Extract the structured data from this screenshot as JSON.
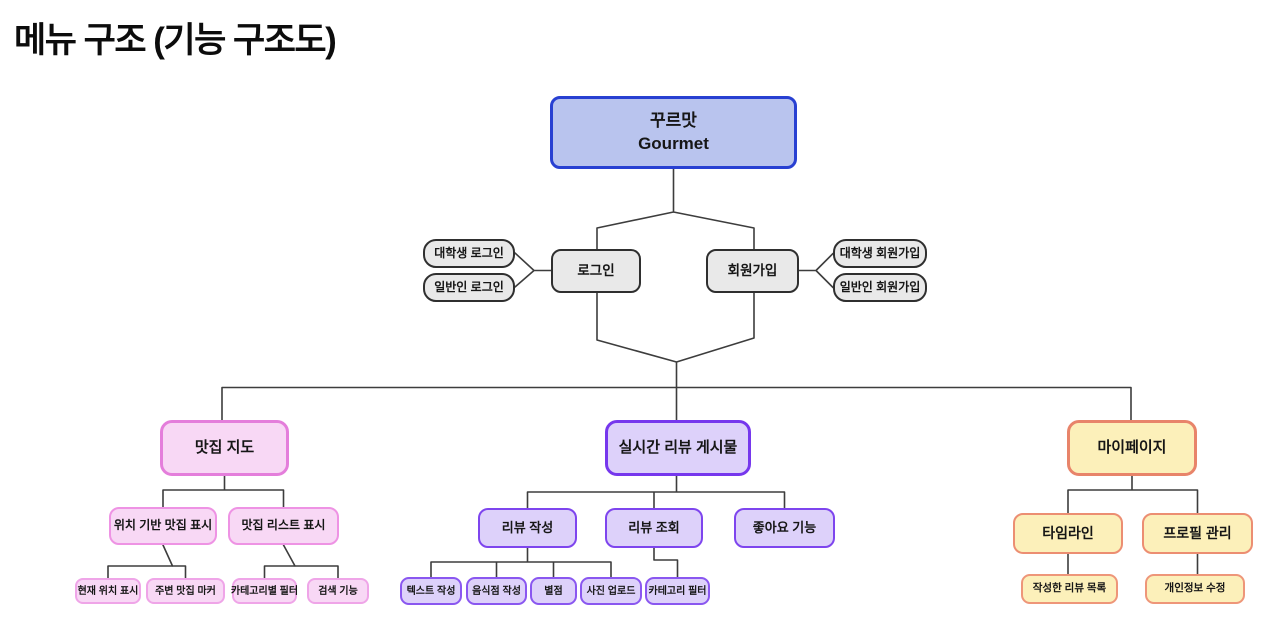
{
  "title": "메뉴 구조 (기능 구조도)",
  "root": {
    "title_ko": "꾸르맛",
    "title_en": "Gourmet"
  },
  "auth": {
    "login": "로그인",
    "signup": "회원가입",
    "login_university": "대학생 로그인",
    "login_general": "일반인 로그인",
    "signup_university": "대학생 회원가입",
    "signup_general": "일반인 회원가입"
  },
  "map": {
    "title": "맛집 지도",
    "location_display": "위치 기반 맛집 표시",
    "list_display": "맛집 리스트 표시",
    "current_location": "현재 위치 표시",
    "nearby_markers": "주변 맛집 마커",
    "category_filter": "카테고리별 필터",
    "search": "검색 기능"
  },
  "review": {
    "title": "실시간 리뷰 게시물",
    "write": "리뷰 작성",
    "view": "리뷰 조회",
    "like": "좋아요 기능",
    "write_text": "텍스트 작성",
    "write_restaurant": "음식점 작성",
    "rating": "별점",
    "photo_upload": "사진 업로드",
    "view_category_filter": "카테고리 필터"
  },
  "mypage": {
    "title": "마이페이지",
    "timeline": "타임라인",
    "profile": "프로필 관리",
    "my_reviews": "작성한 리뷰 목록",
    "edit_info": "개인정보 수정"
  },
  "colors": {
    "root_fill": "#b9c4ee",
    "root_border": "#2840d2",
    "gray_fill": "#e9e9e9",
    "gray_border": "#2f2f2f",
    "pink_fill": "#f8d8f5",
    "pink_border": "#e47edb",
    "pink_border_mid": "#ee93e4",
    "pink_border_light": "#efa5e8",
    "purple_fill": "#ddd1fa",
    "purple_border": "#7637ed",
    "purple_border_mid": "#7e45ee",
    "purple_border_light": "#8a57f0",
    "yellow_fill": "#fcf0ba",
    "yellow_border": "#e8846a",
    "yellow_border_mid": "#ec8e72",
    "yellow_border_light": "#ee9679",
    "line": "#3d3d3d"
  }
}
